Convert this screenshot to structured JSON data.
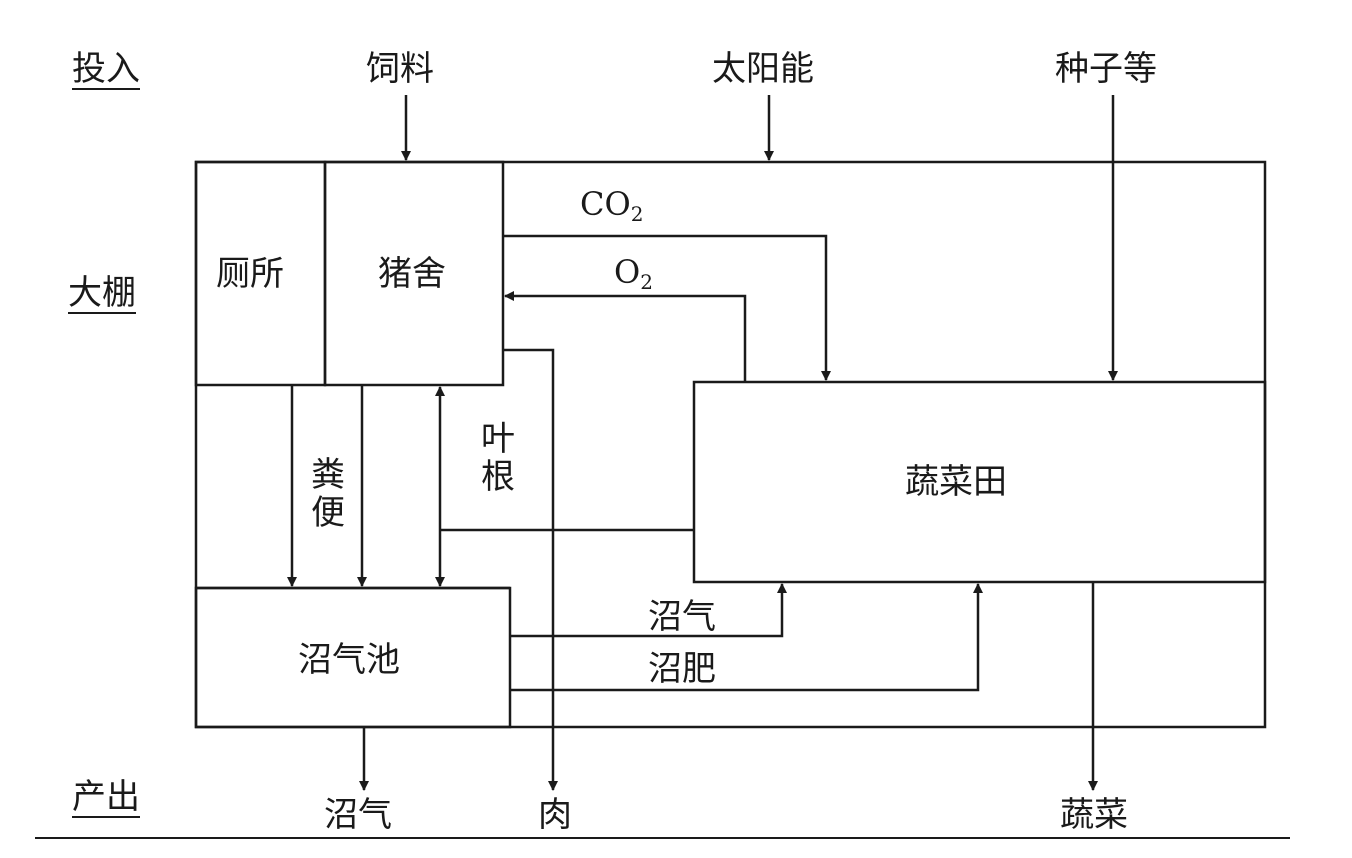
{
  "row_labels": {
    "input": "投入",
    "greenhouse": "大棚",
    "output": "产出"
  },
  "inputs": {
    "feed": "饲料",
    "solar": "太阳能",
    "seeds": "种子等"
  },
  "boxes": {
    "toilet": "厕所",
    "pigsty": "猪舍",
    "vegetable_field": "蔬菜田",
    "biogas_pit": "沼气池"
  },
  "flows": {
    "co2_base": "CO",
    "co2_sub": "2",
    "o2_base": "O",
    "o2_sub": "2",
    "manure": "粪便",
    "leaves_roots": "叶根",
    "biogas": "沼气",
    "biogas_fertilizer": "沼肥"
  },
  "outputs": {
    "biogas": "沼气",
    "meat": "肉",
    "vegetables": "蔬菜"
  }
}
